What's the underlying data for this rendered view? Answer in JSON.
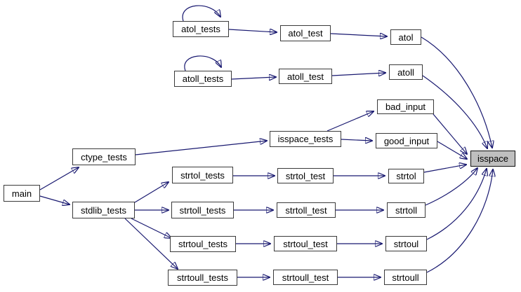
{
  "diagram": {
    "kind": "doxygen-caller-graph",
    "background": "#ffffff",
    "edge_color": "#191970",
    "node_fill": "#ffffff",
    "node_border_color": "#3a3a3a",
    "highlight_fill": "#bfbfbf",
    "highlighted_node": "isspace"
  },
  "nodes": [
    {
      "id": "main",
      "label": "main"
    },
    {
      "id": "ctype_tests",
      "label": "ctype_tests"
    },
    {
      "id": "stdlib_tests",
      "label": "stdlib_tests"
    },
    {
      "id": "atol_tests",
      "label": "atol_tests"
    },
    {
      "id": "atoll_tests",
      "label": "atoll_tests"
    },
    {
      "id": "isspace_tests",
      "label": "isspace_tests"
    },
    {
      "id": "strtol_tests",
      "label": "strtol_tests"
    },
    {
      "id": "strtoll_tests",
      "label": "strtoll_tests"
    },
    {
      "id": "strtoul_tests",
      "label": "strtoul_tests"
    },
    {
      "id": "strtoull_tests",
      "label": "strtoull_tests"
    },
    {
      "id": "atol_test",
      "label": "atol_test"
    },
    {
      "id": "atoll_test",
      "label": "atoll_test"
    },
    {
      "id": "strtol_test",
      "label": "strtol_test"
    },
    {
      "id": "strtoll_test",
      "label": "strtoll_test"
    },
    {
      "id": "strtoul_test",
      "label": "strtoul_test"
    },
    {
      "id": "strtoull_test",
      "label": "strtoull_test"
    },
    {
      "id": "atol",
      "label": "atol"
    },
    {
      "id": "atoll",
      "label": "atoll"
    },
    {
      "id": "bad_input",
      "label": "bad_input"
    },
    {
      "id": "good_input",
      "label": "good_input"
    },
    {
      "id": "strtol",
      "label": "strtol"
    },
    {
      "id": "strtoll",
      "label": "strtoll"
    },
    {
      "id": "strtoul",
      "label": "strtoul"
    },
    {
      "id": "strtoull",
      "label": "strtoull"
    },
    {
      "id": "isspace",
      "label": "isspace"
    }
  ],
  "edges": [
    {
      "from": "main",
      "to": "ctype_tests"
    },
    {
      "from": "main",
      "to": "stdlib_tests"
    },
    {
      "from": "ctype_tests",
      "to": "isspace_tests"
    },
    {
      "from": "stdlib_tests",
      "to": "strtol_tests"
    },
    {
      "from": "stdlib_tests",
      "to": "strtoll_tests"
    },
    {
      "from": "stdlib_tests",
      "to": "strtoul_tests"
    },
    {
      "from": "stdlib_tests",
      "to": "strtoull_tests"
    },
    {
      "from": "atol_tests",
      "to": "atol_tests",
      "self_loop": true
    },
    {
      "from": "atol_tests",
      "to": "atol_test"
    },
    {
      "from": "atol_test",
      "to": "atol"
    },
    {
      "from": "atol",
      "to": "isspace"
    },
    {
      "from": "atoll_tests",
      "to": "atoll_tests",
      "self_loop": true
    },
    {
      "from": "atoll_tests",
      "to": "atoll_test"
    },
    {
      "from": "atoll_test",
      "to": "atoll"
    },
    {
      "from": "atoll",
      "to": "isspace"
    },
    {
      "from": "isspace_tests",
      "to": "bad_input"
    },
    {
      "from": "isspace_tests",
      "to": "good_input"
    },
    {
      "from": "bad_input",
      "to": "isspace"
    },
    {
      "from": "good_input",
      "to": "isspace"
    },
    {
      "from": "strtol_tests",
      "to": "strtol_test"
    },
    {
      "from": "strtol_test",
      "to": "strtol"
    },
    {
      "from": "strtol",
      "to": "isspace"
    },
    {
      "from": "strtoll_tests",
      "to": "strtoll_test"
    },
    {
      "from": "strtoll_test",
      "to": "strtoll"
    },
    {
      "from": "strtoll",
      "to": "isspace"
    },
    {
      "from": "strtoul_tests",
      "to": "strtoul_test"
    },
    {
      "from": "strtoul_test",
      "to": "strtoul"
    },
    {
      "from": "strtoul",
      "to": "isspace"
    },
    {
      "from": "strtoull_tests",
      "to": "strtoull_test"
    },
    {
      "from": "strtoull_test",
      "to": "strtoull"
    },
    {
      "from": "strtoull",
      "to": "isspace"
    }
  ]
}
